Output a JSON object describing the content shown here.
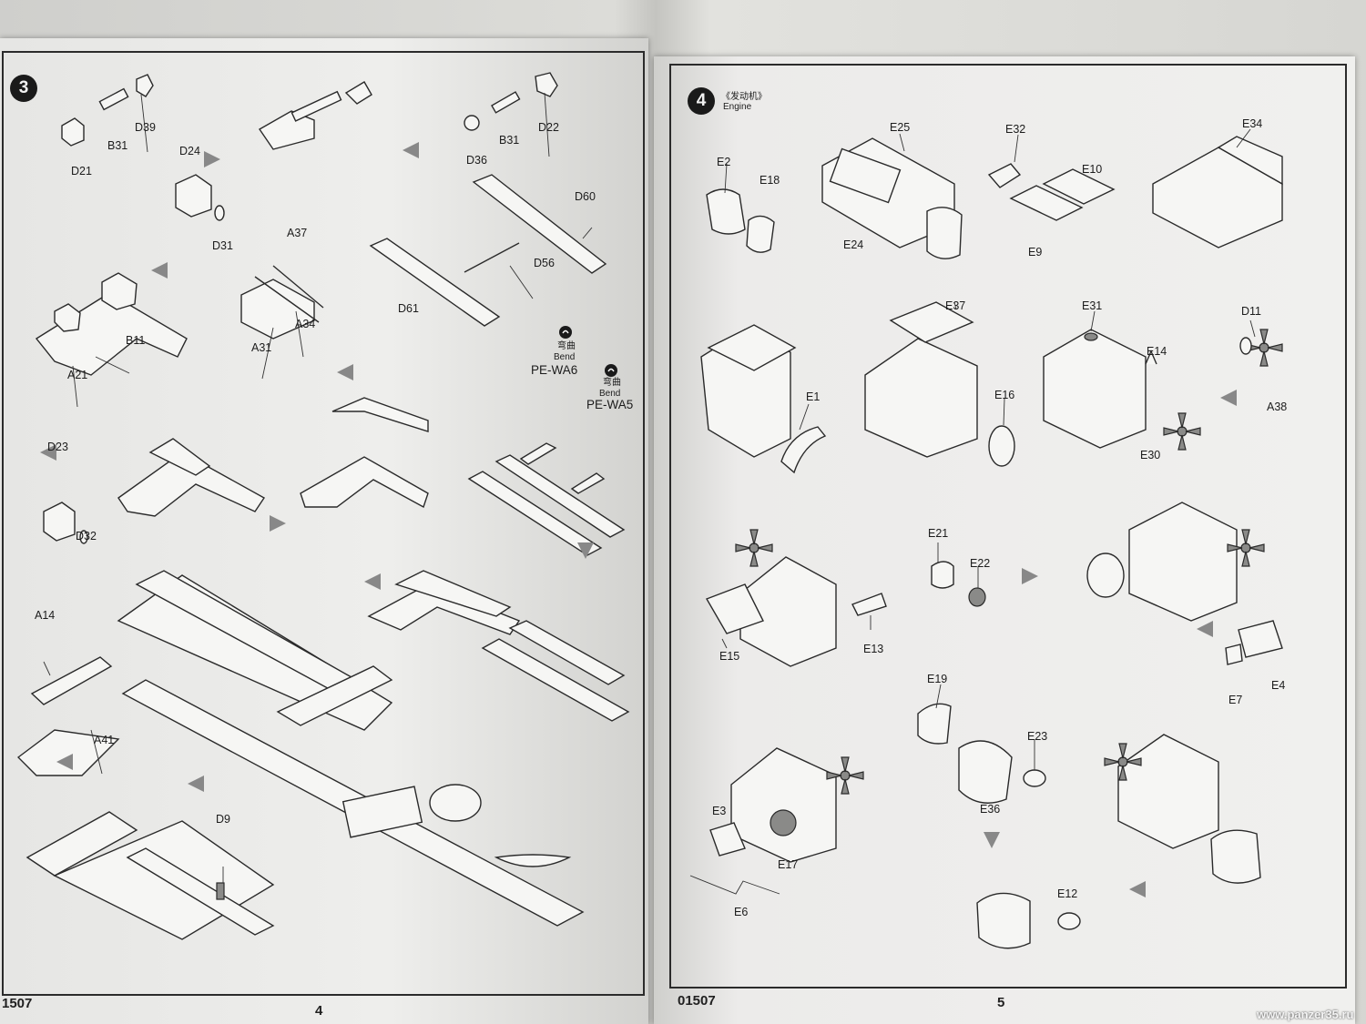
{
  "left_page": {
    "step_number": "3",
    "page_code": "1507",
    "page_number": "4",
    "bend_notes": [
      {
        "chinese": "弯曲",
        "english": "Bend",
        "part": "PE-WA6"
      },
      {
        "chinese": "弯曲",
        "english": "Bend",
        "part": "PE-WA5"
      }
    ],
    "part_labels": [
      "D39",
      "B31",
      "D21",
      "D22",
      "B31",
      "D36",
      "D24",
      "D31",
      "D60",
      "A37",
      "D56",
      "D61",
      "A31",
      "A34",
      "B11",
      "A21",
      "D23",
      "D32",
      "A14",
      "A41",
      "D9"
    ]
  },
  "right_page": {
    "step_number": "4",
    "title_chinese": "《发动机》",
    "title_english": "Engine",
    "page_code": "01507",
    "page_number": "5",
    "part_labels": [
      "E25",
      "E32",
      "E34",
      "E2",
      "E18",
      "E10",
      "E24",
      "E9",
      "E37",
      "E31",
      "D11",
      "E14",
      "E1",
      "E16",
      "A38",
      "E30",
      "E21",
      "E22",
      "E15",
      "E13",
      "E4",
      "E7",
      "E19",
      "E23",
      "E3",
      "E17",
      "E36",
      "E12",
      "E6"
    ]
  },
  "watermark": "www.panzer35.ru"
}
